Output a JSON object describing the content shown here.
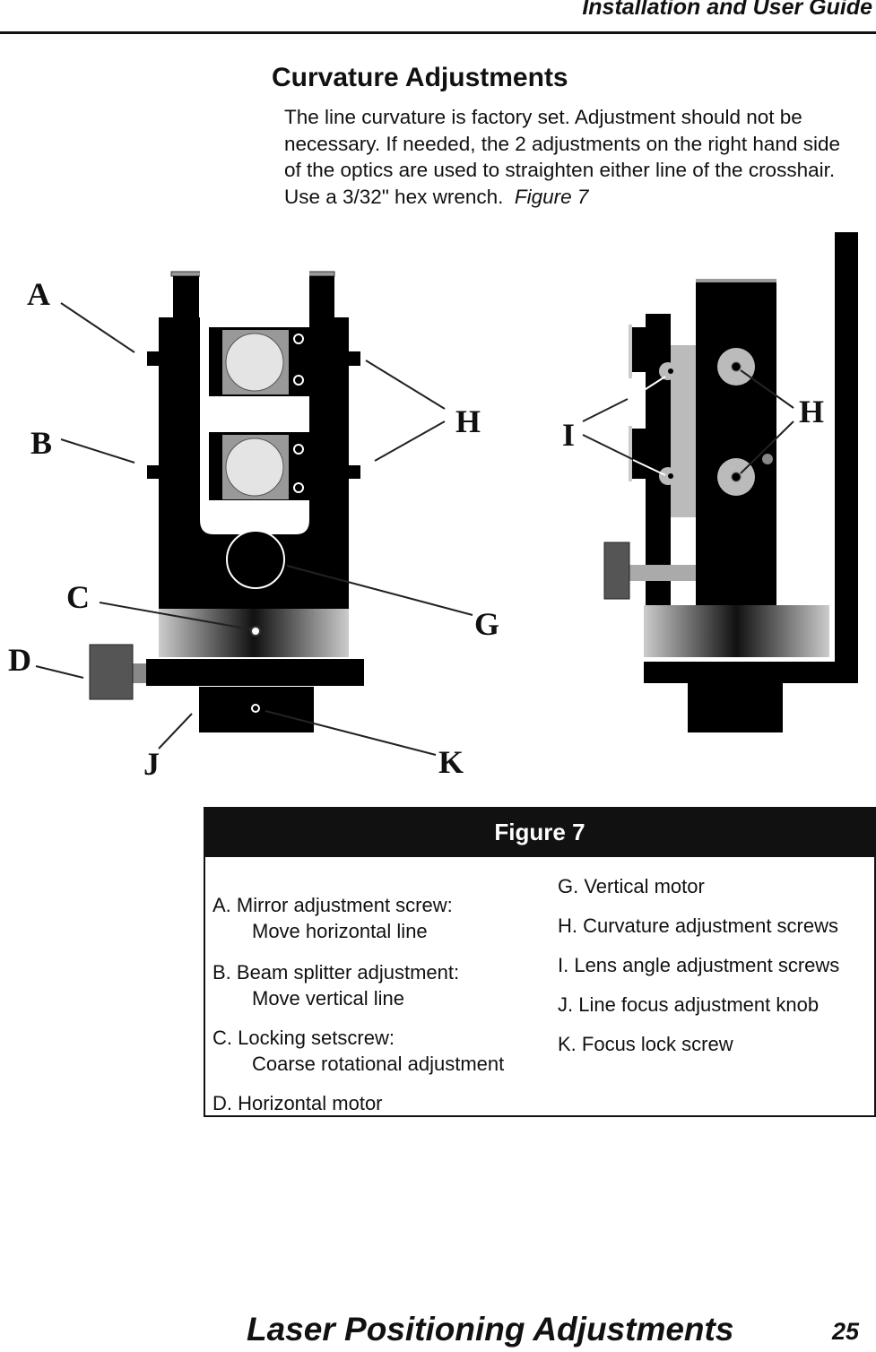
{
  "header": {
    "title": "Installation and User Guide"
  },
  "section": {
    "title": "Curvature Adjustments",
    "paragraph": "The line curvature is factory set.  Adjustment should not be necessary.  If needed, the 2 adjustments on the right hand side of the optics are used to straighten either line of the crosshair.  Use a 3/32\" hex wrench.",
    "figure_ref": "Figure 7"
  },
  "figure": {
    "labels": {
      "A": "A",
      "B": "B",
      "C": "C",
      "D": "D",
      "G": "G",
      "H": "H",
      "I": "I",
      "J": "J",
      "K": "K"
    }
  },
  "legend": {
    "title": "Figure 7",
    "left": [
      {
        "main": "A. Mirror adjustment screw:",
        "sub": "Move horizontal line"
      },
      {
        "main": "B. Beam splitter adjustment:",
        "sub": "Move vertical line"
      },
      {
        "main": "C. Locking setscrew:",
        "sub": "Coarse rotational adjustment"
      },
      {
        "main": "D. Horizontal motor"
      }
    ],
    "right": [
      "G. Vertical motor",
      "H. Curvature adjustment screws",
      "I.  Lens angle adjustment screws",
      "J.  Line focus adjustment knob",
      "K. Focus lock screw"
    ]
  },
  "footer": {
    "title": "Laser Positioning Adjustments",
    "page_number": "25"
  }
}
